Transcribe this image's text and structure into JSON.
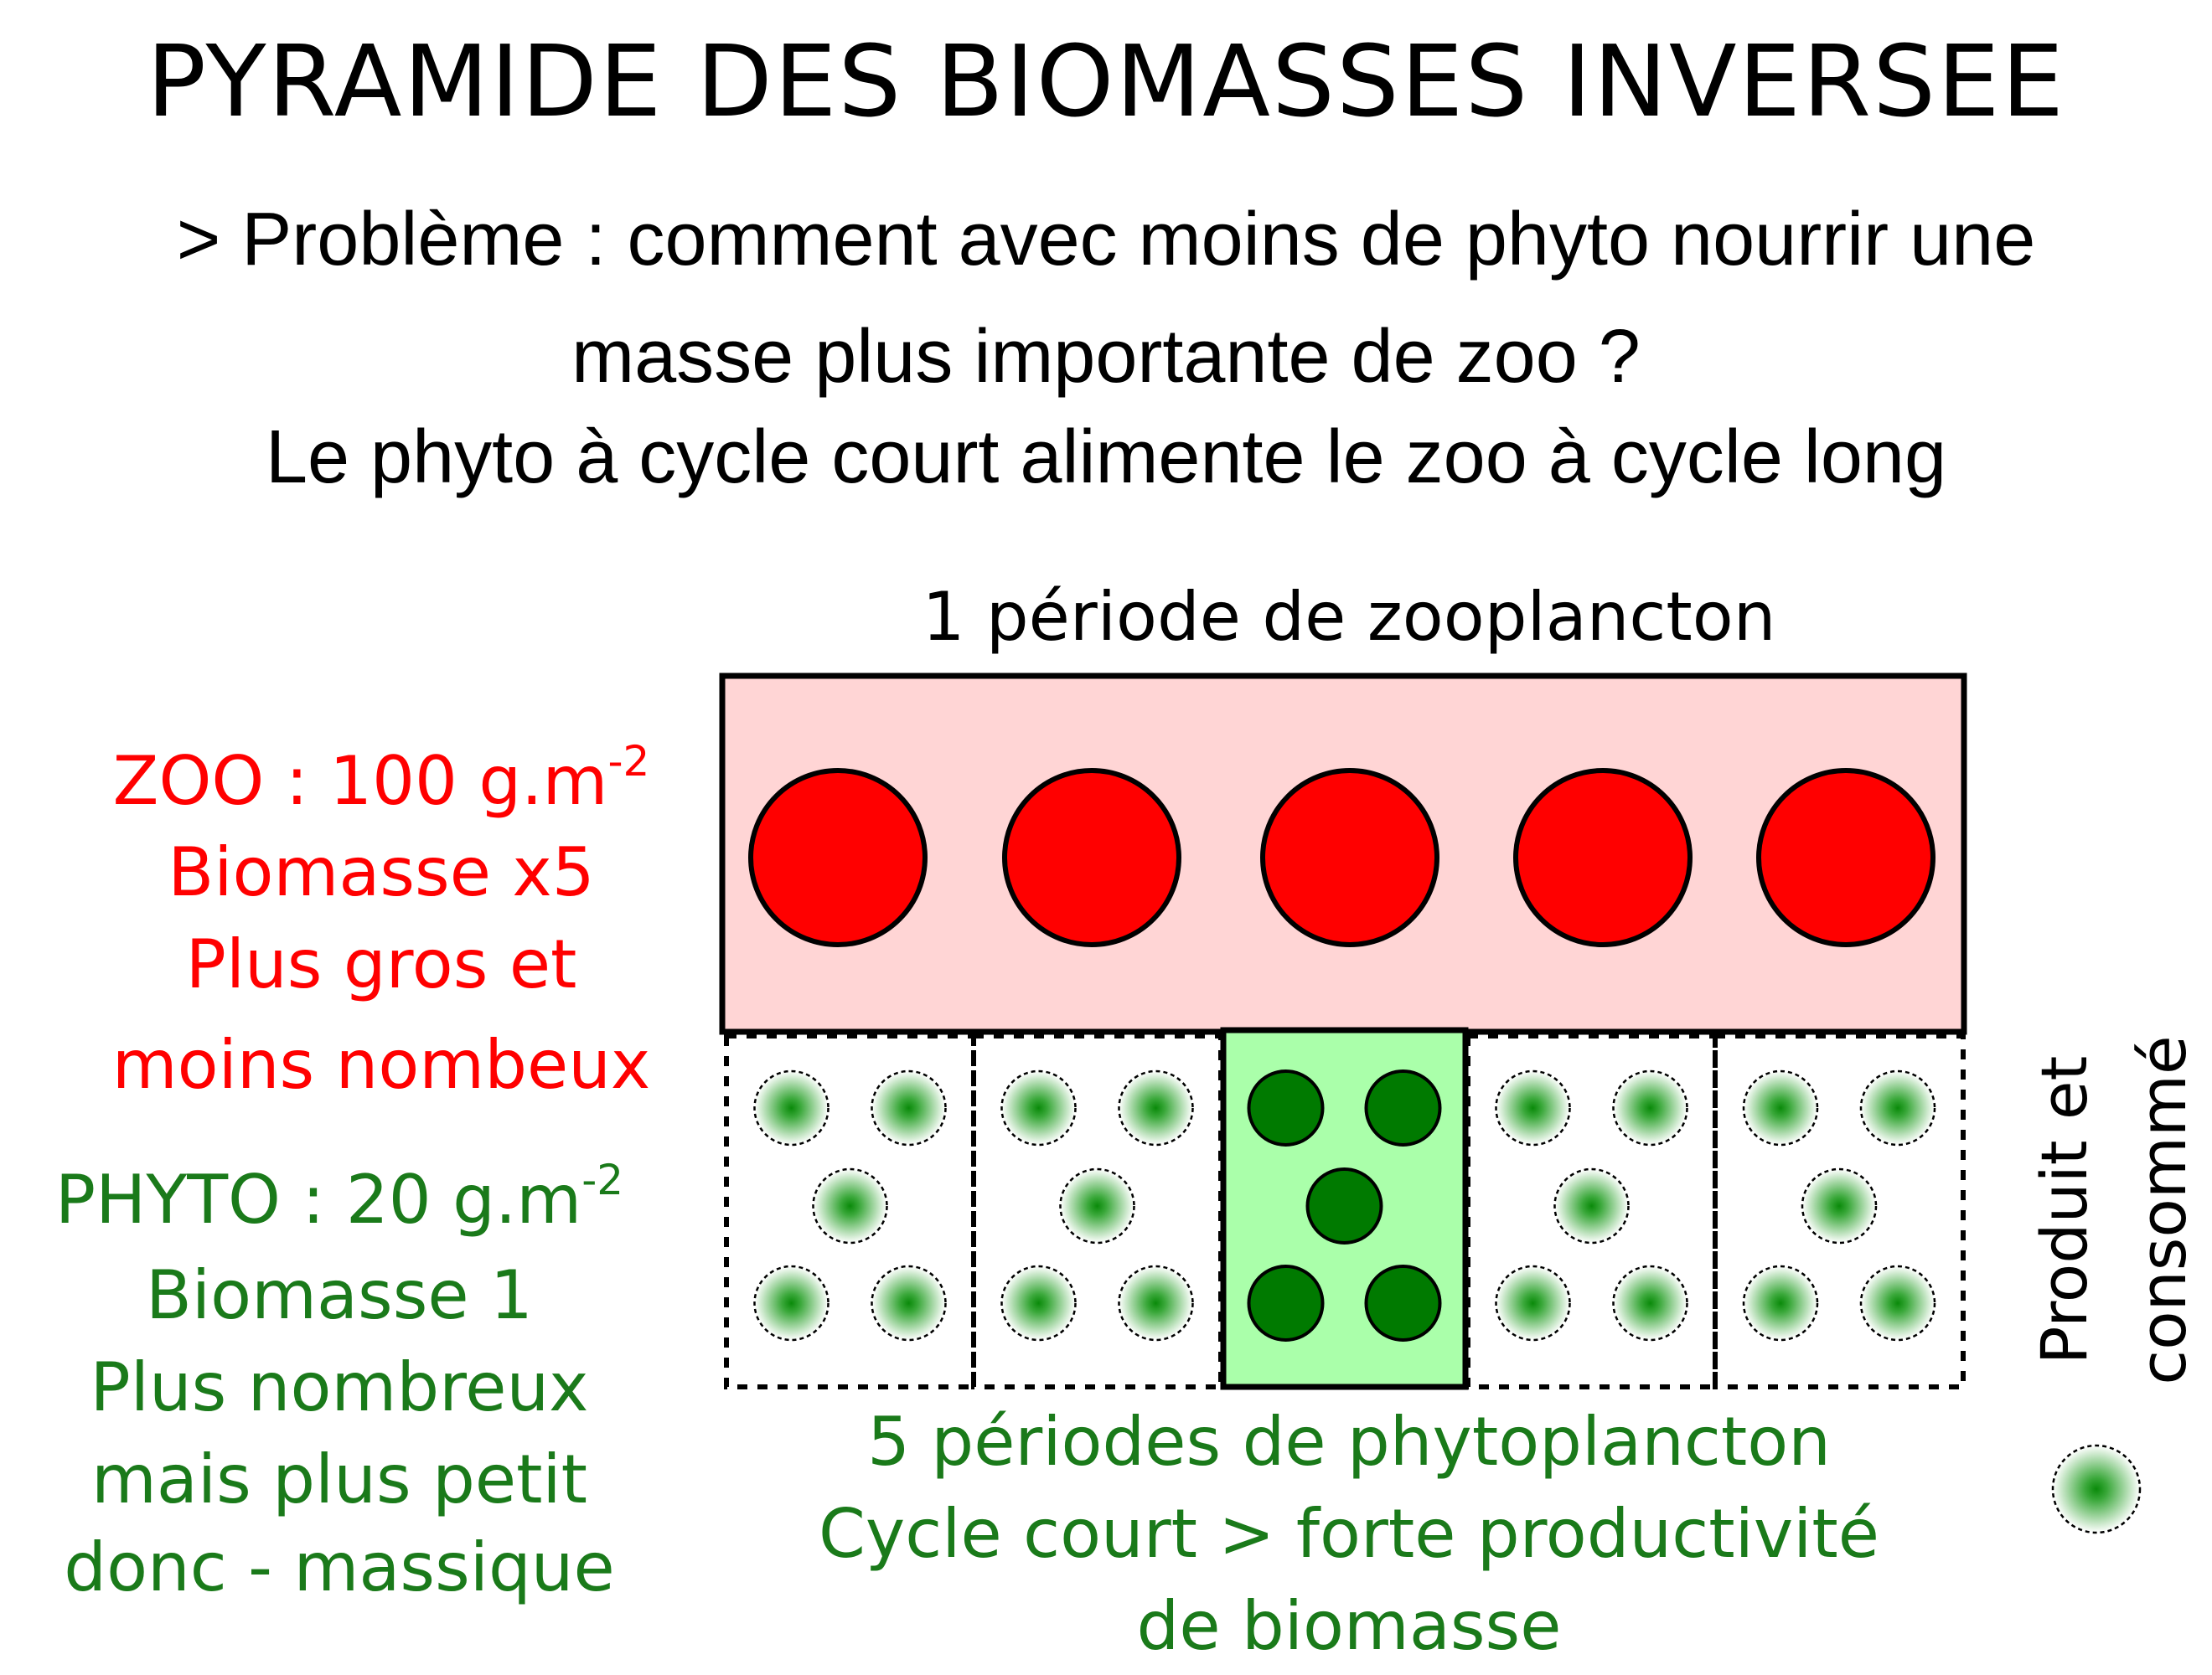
{
  "title": "PYRAMIDE DES BIOMASSES INVERSEE",
  "problem": {
    "line1": "> Problème : comment avec moins de phyto nourrir une",
    "line2": "masse plus importante de zoo ?",
    "line3": "Le phyto à cycle court alimente le zoo à cycle long"
  },
  "zoo": {
    "period_label": "1 période de zooplancton",
    "line1_main": "ZOO : 100 g.m",
    "line1_sup": "-2",
    "line2": "Biomasse x5",
    "line3": "Plus gros et",
    "line4": "moins nombeux",
    "color": "#ff0000",
    "box_color": "#ffd5d5",
    "circle_count": 5
  },
  "phyto": {
    "line1_main": "PHYTO : 20 g.m",
    "line1_sup": "-2",
    "line2": "Biomasse 1",
    "line3": "Plus nombreux",
    "line4": "mais plus petit",
    "line5": "donc - massique",
    "period_line1": "5 périodes de phytoplancton",
    "period_line2": "Cycle court > forte productivité",
    "period_line3": "de biomasse",
    "color": "#1a7a1a",
    "highlight_color": "#aaffaa",
    "cell_color": "#007a00",
    "period_count": 5,
    "cells_per_period": 5,
    "highlighted_period": 3
  },
  "legend": {
    "line1": "Produit et",
    "line2": "consommé"
  }
}
